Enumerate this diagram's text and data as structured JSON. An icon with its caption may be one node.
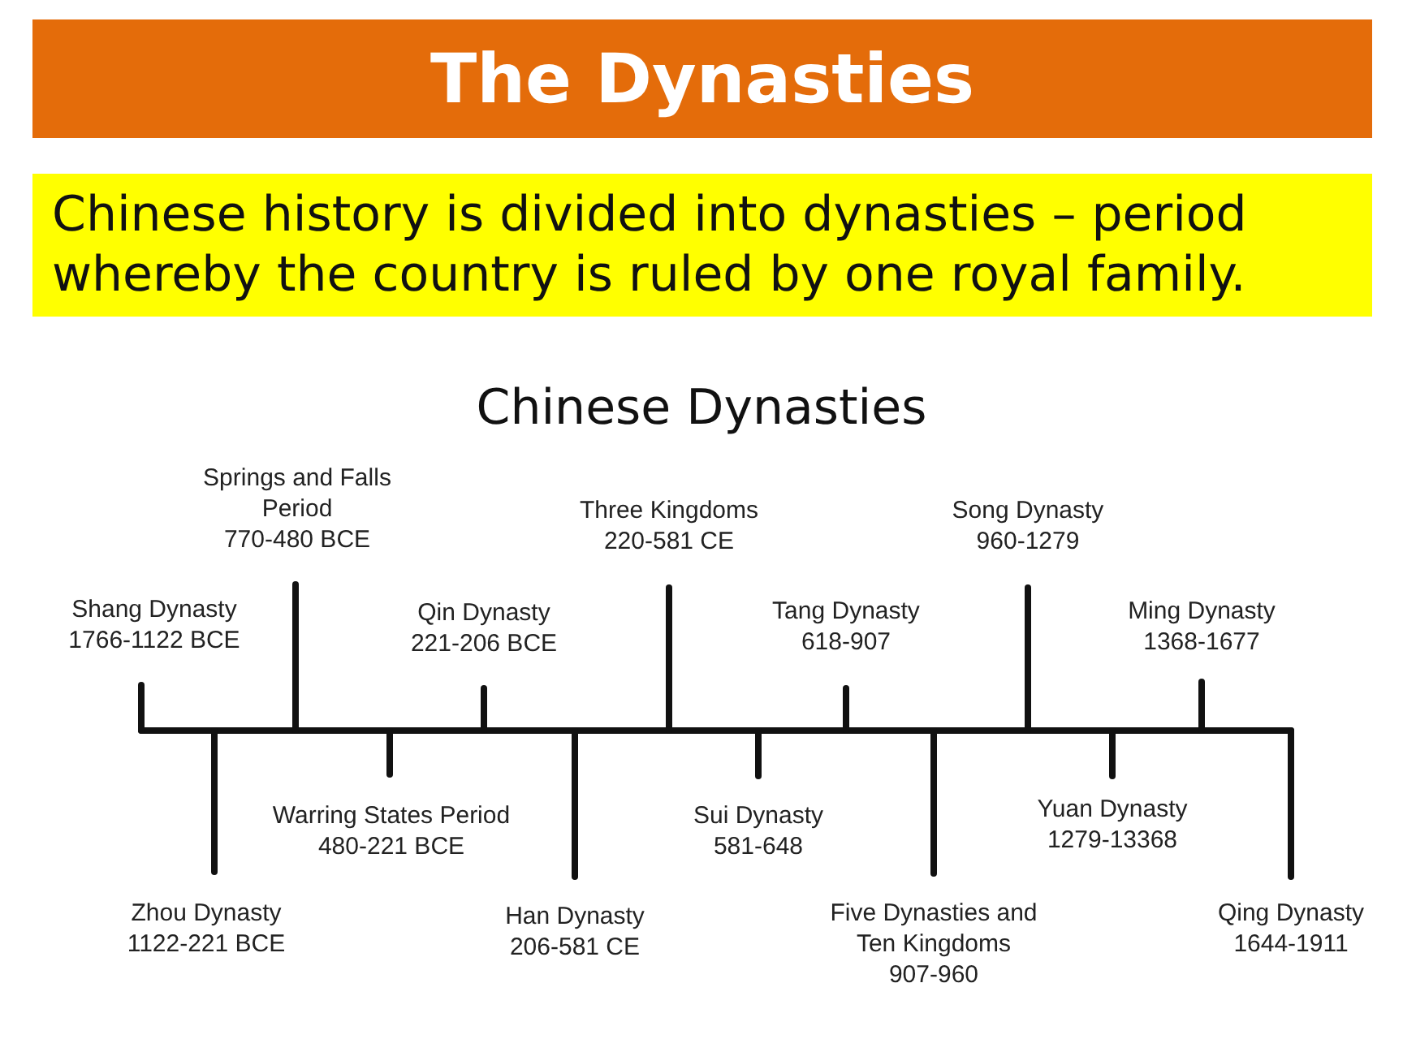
{
  "diagram": {
    "title": "The Dynasties",
    "labels": [
      "Chinese history is divided into dynasties – period whereby the country is ruled by one royal family.",
      "Chinese Dynasties",
      "Shang Dynasty",
      "1766-1122 BCE",
      "Zhou Dynasty",
      "1122-221 BCE",
      "Springs and Falls Period",
      "770-480 BCE",
      "Warring States Period",
      "480-221 BCE",
      "Qin Dynasty",
      "221-206 BCE",
      "Han Dynasty",
      "206-581 CE",
      "Three Kingdoms",
      "220-581 CE",
      "Sui Dynasty",
      "581-648",
      "Tang Dynasty",
      "618-907",
      "Five Dynasties and Ten Kingdoms",
      "907-960",
      "Song Dynasty",
      "960-1279",
      "Yuan Dynasty",
      "1279-13368",
      "Ming Dynasty",
      "1368-1677",
      "Qing Dynasty",
      "1644-1911"
    ]
  }
}
